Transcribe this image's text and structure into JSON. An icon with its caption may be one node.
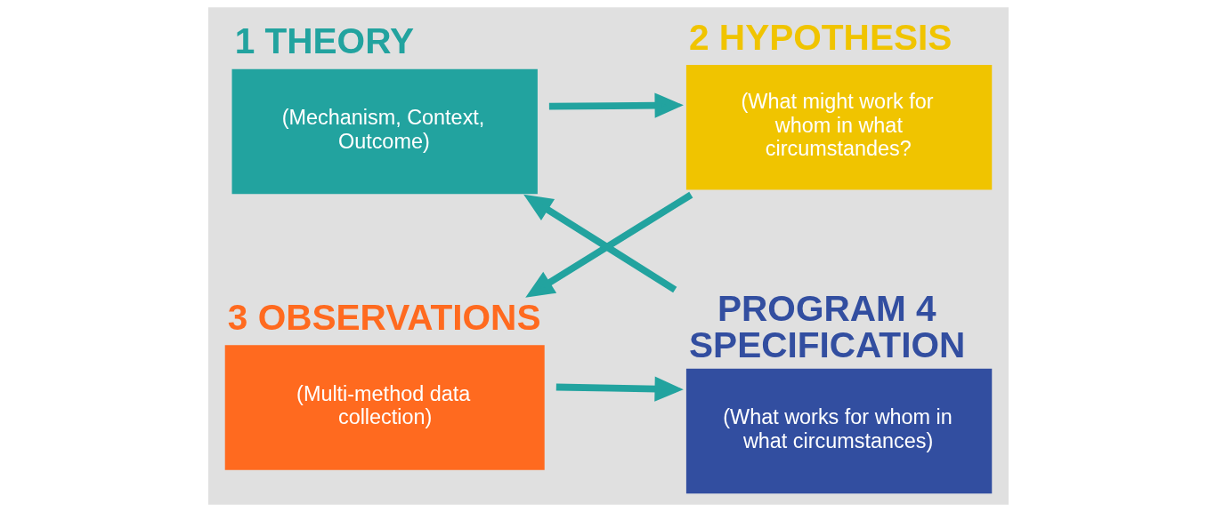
{
  "diagram": {
    "nodes": [
      {
        "text": [
          "1 THEORY",
          "(Mechanism, Context, Outcome)"
        ]
      },
      {
        "text": [
          "2 HYPOTHESIS",
          "(What might work for whom in what circumstandes?"
        ]
      },
      {
        "text": [
          "3 OBSERVATIONS",
          "(Multi-method data collection)"
        ]
      },
      {
        "text": [
          "PROGRAM 4 SPECIFICATION",
          "(What works for whom in what circumstances)"
        ]
      }
    ],
    "edges": [
      {
        "from": 0,
        "to": 1,
        "arrow": "to"
      },
      {
        "from": 1,
        "to": 2,
        "arrow": "to"
      },
      {
        "from": 2,
        "to": 3,
        "arrow": "to"
      },
      {
        "from": 3,
        "to": 0,
        "arrow": "to"
      }
    ]
  }
}
